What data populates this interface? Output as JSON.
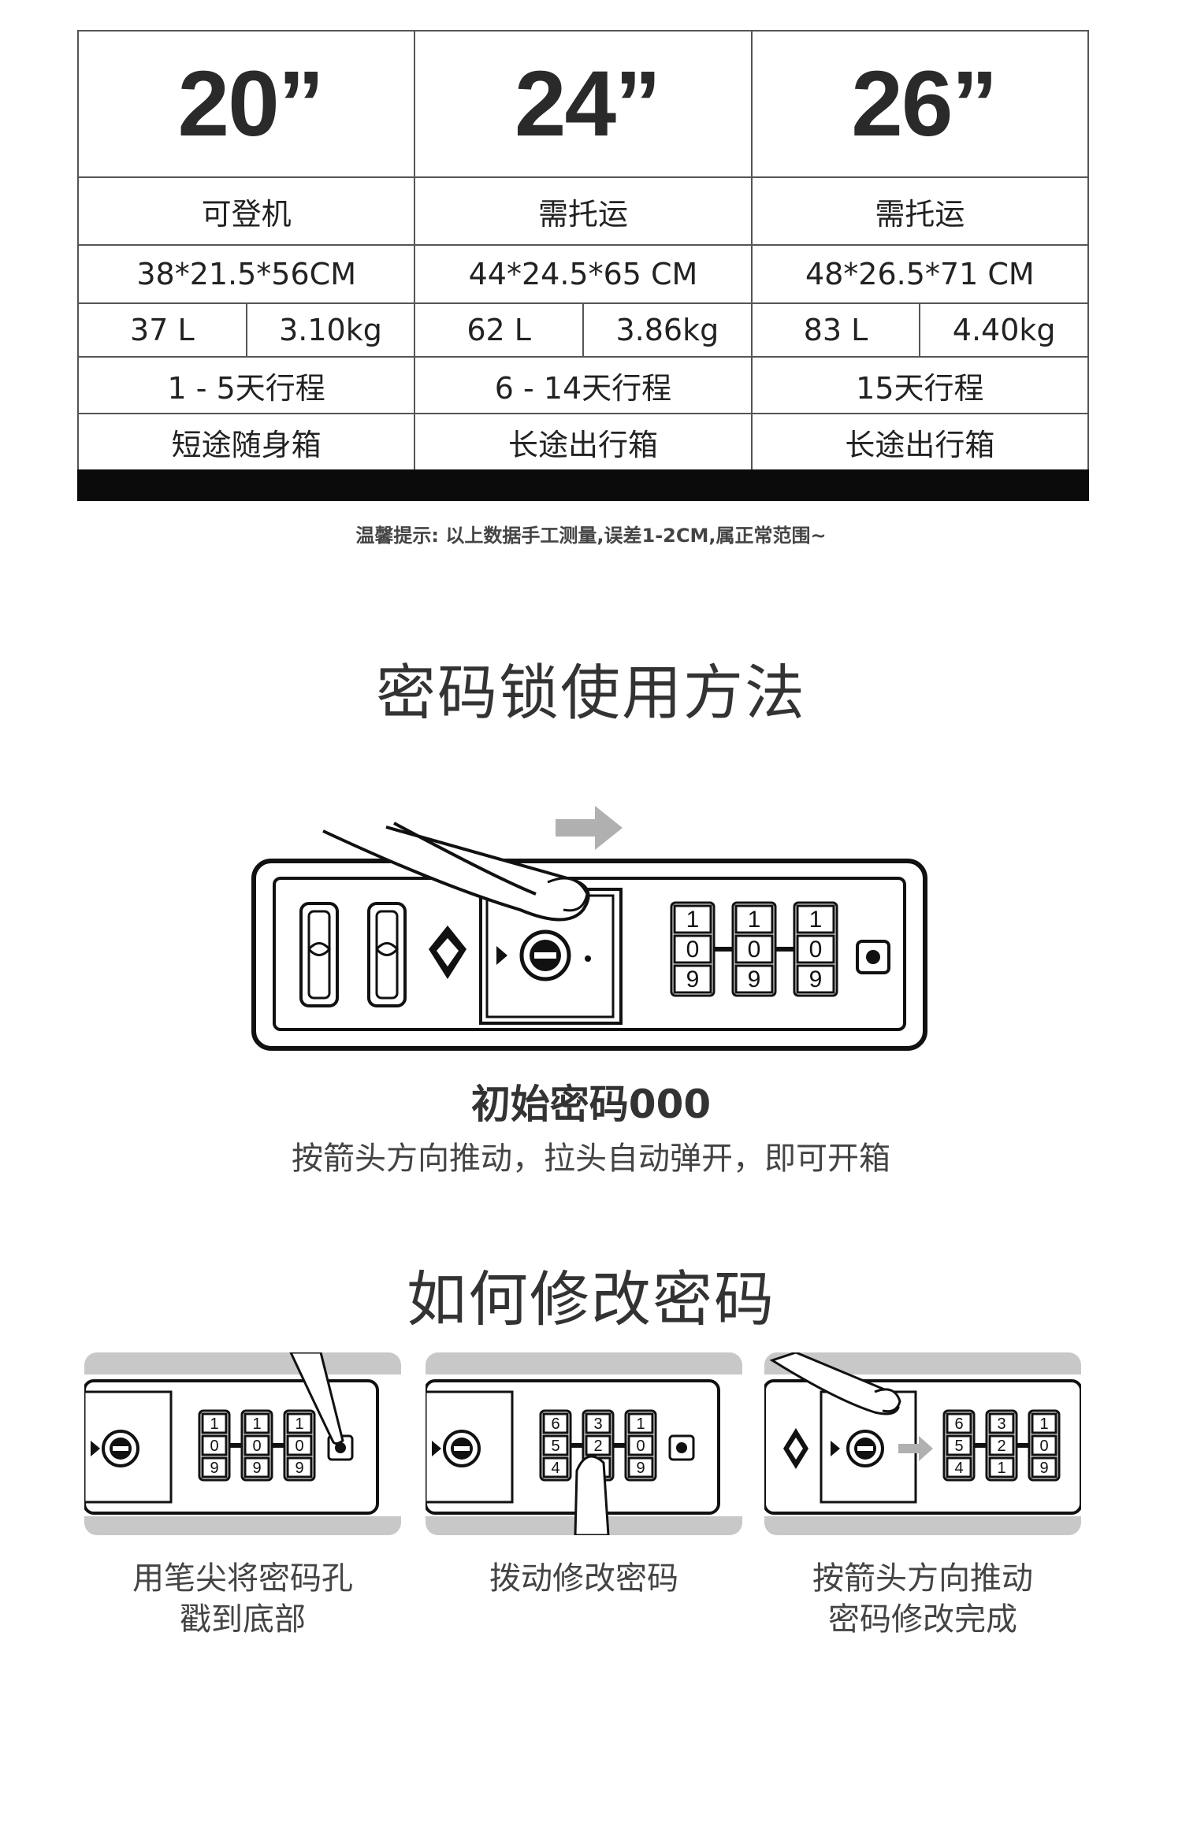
{
  "size_table": {
    "columns": [
      {
        "size": "20”",
        "use": "可登机",
        "dimensions": "38*21.5*56CM",
        "volume": "37 L",
        "weight": "3.10kg",
        "days": "1 - 5天行程",
        "type": "短途随身箱"
      },
      {
        "size": "24”",
        "use": "需托运",
        "dimensions": "44*24.5*65 CM",
        "volume": "62 L",
        "weight": "3.86kg",
        "days": "6 - 14天行程",
        "type": "长途出行箱"
      },
      {
        "size": "26”",
        "use": "需托运",
        "dimensions": "48*26.5*71 CM",
        "volume": "83 L",
        "weight": "4.40kg",
        "days": "15天行程",
        "type": "长途出行箱"
      }
    ],
    "note": "温馨提示: 以上数据手工测量,误差1-2CM,属正常范围~"
  },
  "lock_section": {
    "heading": "密码锁使用方法",
    "caption_title": "初始密码000",
    "caption_text": "按箭头方向推动，拉头自动弹开，即可开箱",
    "dials": [
      [
        "1",
        "0",
        "9"
      ],
      [
        "1",
        "0",
        "9"
      ],
      [
        "1",
        "0",
        "9"
      ]
    ]
  },
  "change_section": {
    "heading": "如何修改密码",
    "steps": [
      {
        "caption_line1": "用笔尖将密码孔",
        "caption_line2": "戳到底部",
        "dials": [
          [
            "1",
            "0",
            "9"
          ],
          [
            "1",
            "0",
            "9"
          ],
          [
            "1",
            "0",
            "9"
          ]
        ]
      },
      {
        "caption_line1": "拨动修改密码",
        "caption_line2": "",
        "dials": [
          [
            "6",
            "5",
            "4"
          ],
          [
            "3",
            "2",
            ""
          ],
          [
            "1",
            "0",
            "9"
          ]
        ]
      },
      {
        "caption_line1": "按箭头方向推动",
        "caption_line2": "密码修改完成",
        "dials": [
          [
            "6",
            "5",
            "4"
          ],
          [
            "3",
            "2",
            "1"
          ],
          [
            "1",
            "0",
            "9"
          ]
        ]
      }
    ]
  }
}
